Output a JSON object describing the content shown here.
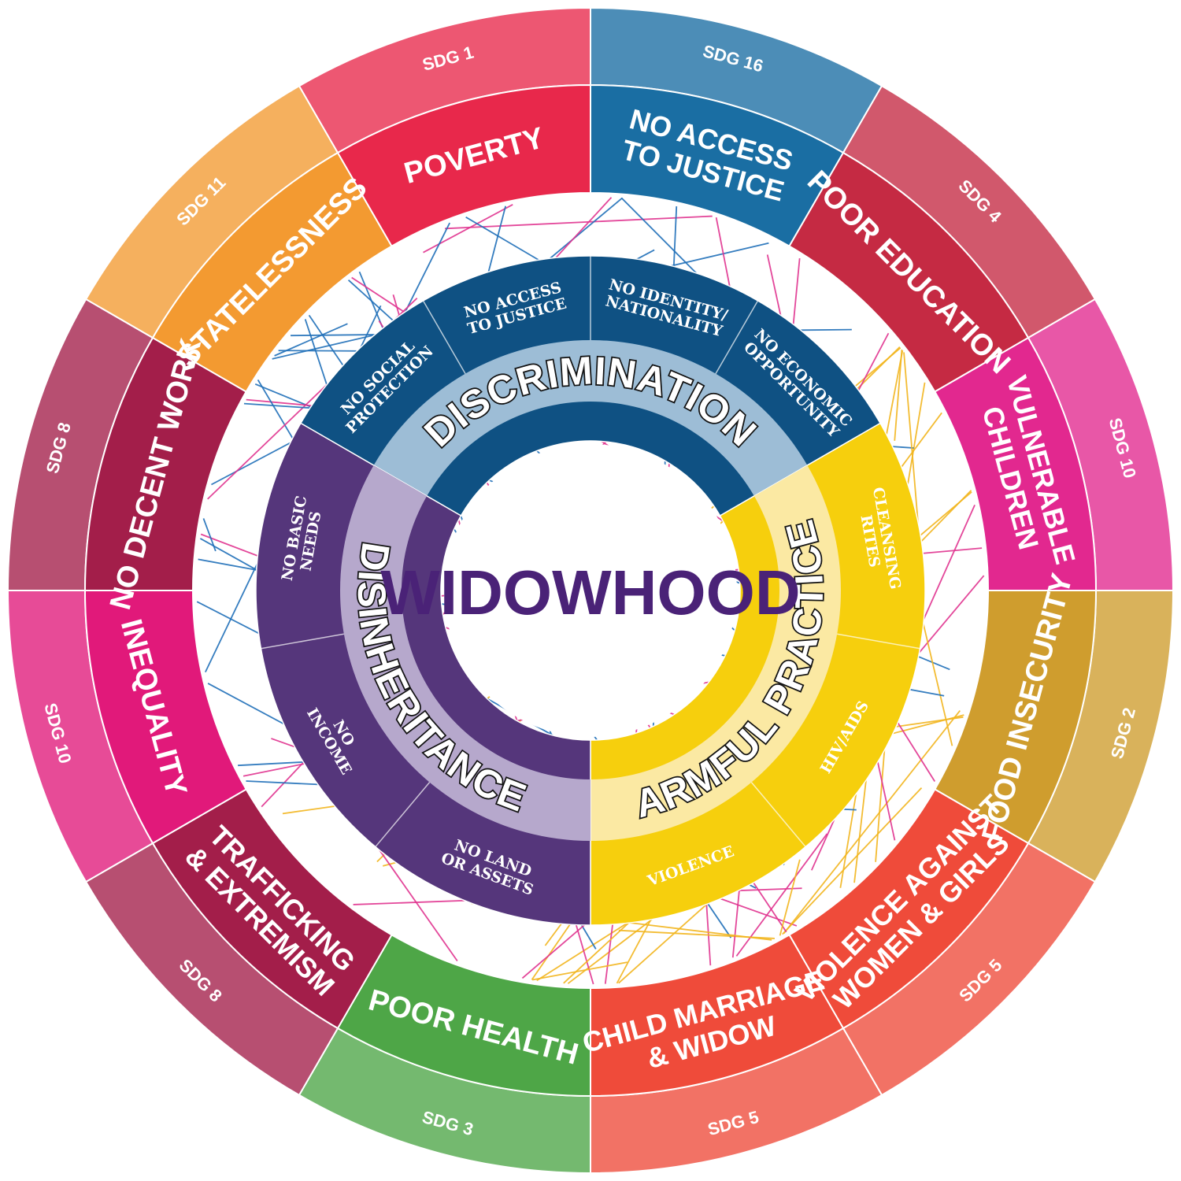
{
  "center": {
    "label": "WIDOWHOOD",
    "color": "#4a2277"
  },
  "outer_ring": [
    {
      "label": "NO ACCESS TO JUSTICE",
      "lines": [
        "NO ACCESS",
        "TO JUSTICE"
      ],
      "sdg": "SDG 16",
      "color": "#1a6ea3"
    },
    {
      "label": "POOR EDUCATION",
      "lines": [
        "POOR EDUCATION"
      ],
      "sdg": "SDG 4",
      "color": "#c52a43"
    },
    {
      "label": "VULNERABLE CHILDREN",
      "lines": [
        "VULNERABLE",
        "CHILDREN"
      ],
      "sdg": "SDG 10",
      "color": "#e2288f"
    },
    {
      "label": "FOOD INSECURITY",
      "lines": [
        "FOOD  INSECURITY"
      ],
      "sdg": "SDG 2",
      "color": "#cf9d2e"
    },
    {
      "label": "VIOLENCE AGAINST WOMEN & GIRLS",
      "lines": [
        "VIOLENCE AGAINST",
        "WOMEN & GIRLS"
      ],
      "sdg": "SDG 5",
      "color": "#ef4b3a"
    },
    {
      "label": "CHILD MARRIAGE & WIDOW",
      "lines": [
        "CHILD MARRIAGE",
        "& WIDOW"
      ],
      "sdg": "SDG 5",
      "color": "#ef4b3a"
    },
    {
      "label": "POOR HEALTH",
      "lines": [
        "POOR HEALTH"
      ],
      "sdg": "SDG 3",
      "color": "#4ea647"
    },
    {
      "label": "TRAFFICKING & EXTREMISM",
      "lines": [
        "TRAFFICKING",
        "& EXTREMISM"
      ],
      "sdg": "SDG 8",
      "color": "#a31e4a"
    },
    {
      "label": "INEQUALITY",
      "lines": [
        "INEQUALITY"
      ],
      "sdg": "SDG 10",
      "color": "#e1197a"
    },
    {
      "label": "NO DECENT WORK",
      "lines": [
        "NO DECENT WORK"
      ],
      "sdg": "SDG 8",
      "color": "#a31e4a"
    },
    {
      "label": "STATELESSNESS",
      "lines": [
        "STATELESSNESS"
      ],
      "sdg": "SDG 11",
      "color": "#f39a31"
    },
    {
      "label": "POVERTY",
      "lines": [
        "POVERTY"
      ],
      "sdg": "SDG 1",
      "color": "#e8284b"
    }
  ],
  "categories": [
    {
      "label": "DISCRIMINATION",
      "dark": "#0f5183",
      "light": "#9dbdd6",
      "items": [
        {
          "lines": [
            "NO SOCIAL",
            "PROTECTION"
          ]
        },
        {
          "lines": [
            "NO ACCESS",
            "TO JUSTICE"
          ]
        },
        {
          "lines": [
            "NO IDENTITY/",
            "NATIONALITY"
          ]
        },
        {
          "lines": [
            "NO ECONOMIC",
            "OPPORTUNITY"
          ]
        }
      ]
    },
    {
      "label": "HARMFUL PRACTICES",
      "dark": "#f6cf0d",
      "light": "#fbe9a3",
      "items": [
        {
          "lines": [
            "CLEANSING",
            "RITES"
          ]
        },
        {
          "lines": [
            "HIV/AIDS"
          ]
        },
        {
          "lines": [
            "VIOLENCE"
          ]
        }
      ]
    },
    {
      "label": "DISINHERITANCE",
      "dark": "#55367b",
      "light": "#b6a8cc",
      "items": [
        {
          "lines": [
            "NO LAND",
            "OR ASSETS"
          ]
        },
        {
          "lines": [
            "NO",
            "INCOME"
          ]
        },
        {
          "lines": [
            "NO BASIC",
            "NEEDS"
          ]
        }
      ]
    }
  ],
  "connector_colors": [
    "#1f6fb8",
    "#e0338f",
    "#f2b51d"
  ]
}
